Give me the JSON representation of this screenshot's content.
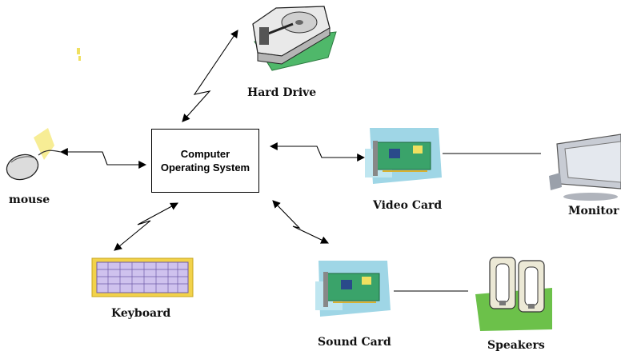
{
  "center": {
    "line1": "Computer",
    "line2": "Operating System"
  },
  "labels": {
    "hard_drive": "Hard Drive",
    "mouse": "mouse",
    "video_card": "Video Card",
    "monitor": "Monitor",
    "keyboard": "Keyboard",
    "sound_card": "Sound Card",
    "speakers": "Speakers"
  },
  "colors": {
    "card_green": "#3aa36a",
    "card_bg": "#9fd6e6",
    "keyboard_yellow": "#f2d24a",
    "keyboard_keys": "#b9a6e0",
    "speaker_green": "#6cc14a",
    "monitor_gray": "#c8ccd4"
  },
  "icons": [
    "hard-drive-icon",
    "mouse-icon",
    "keyboard-icon",
    "video-card-icon",
    "sound-card-icon",
    "monitor-icon",
    "speakers-icon"
  ]
}
